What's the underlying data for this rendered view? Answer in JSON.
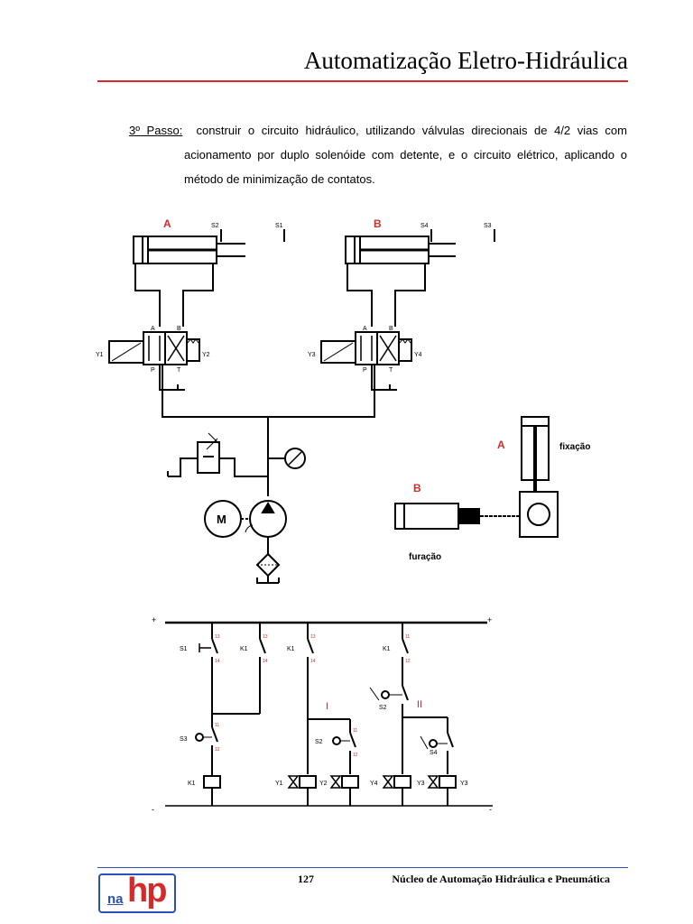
{
  "header": {
    "title": "Automatização Eletro-Hidráulica",
    "rule_color": "#d42a2a"
  },
  "step": {
    "label": "3º Passo:",
    "line1": "construir o circuito hidráulico, utilizando válvulas direcionais de 4/2 vias com",
    "line2": "acionamento por duplo solenóide com detente, e o circuito elétrico, aplicando o",
    "line3": "método de minimização de contatos."
  },
  "hydraulic": {
    "cylinder_a": "A",
    "cylinder_b": "B",
    "sensors": [
      "S2",
      "S1",
      "S4",
      "S3"
    ],
    "valve_ports": [
      "A",
      "B",
      "P",
      "T"
    ],
    "solenoids": [
      "Y1",
      "Y2",
      "Y3",
      "Y4"
    ],
    "motor": "M"
  },
  "machine": {
    "label_a": "A",
    "label_b": "B",
    "text_a": "fixação",
    "text_b": "furação"
  },
  "electrical": {
    "supply_pos": "+",
    "supply_neg": "-",
    "stages": [
      "I",
      "II"
    ],
    "contacts": [
      "S1",
      "K1",
      "K1",
      "K1",
      "S3",
      "S2",
      "S4",
      "S2"
    ],
    "coils": [
      "K1",
      "Y1",
      "Y2",
      "Y4",
      "Y3",
      "Y3"
    ],
    "terminals": [
      "13",
      "14",
      "11",
      "12"
    ]
  },
  "footer": {
    "page_number": "127",
    "org": "Núcleo de Automação Hidráulica e Pneumática",
    "logo_na": "na",
    "logo_hp": "hp",
    "rule_color": "#2c4fb7"
  }
}
